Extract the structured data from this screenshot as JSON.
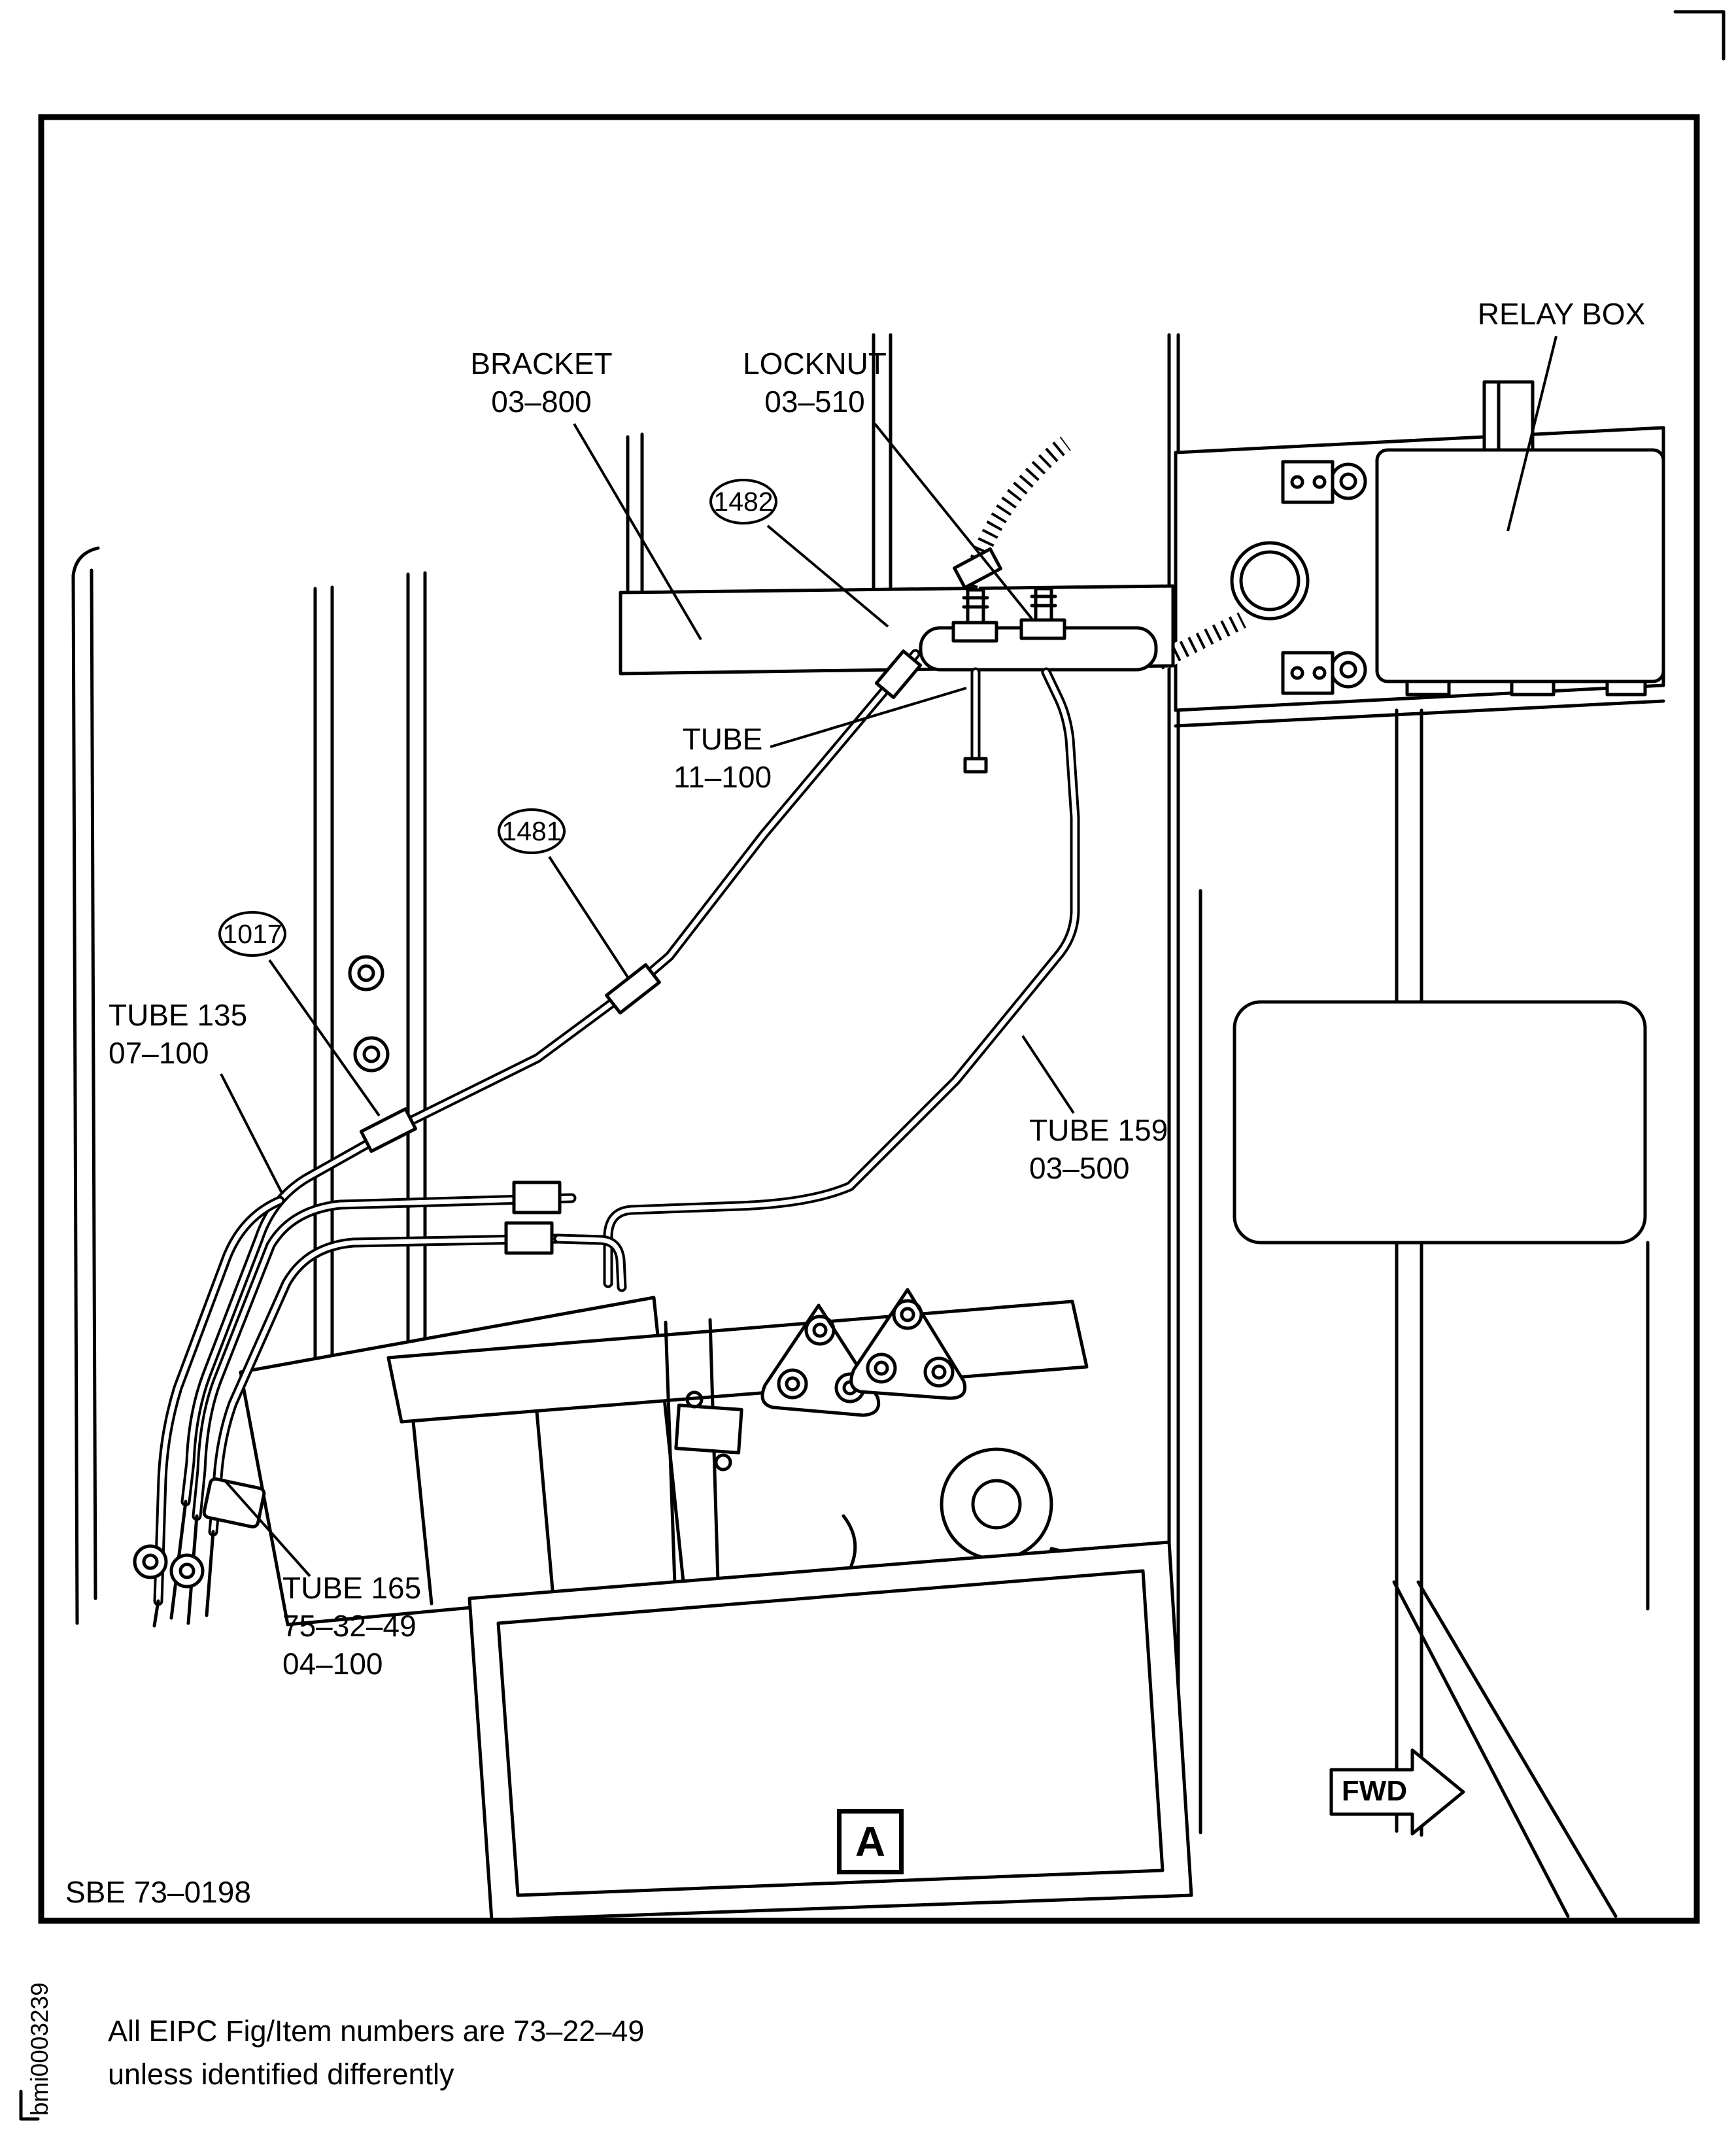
{
  "colors": {
    "ink": "#000000",
    "background": "#ffffff"
  },
  "figure": {
    "detail_marker": "A",
    "fwd_label": "FWD",
    "figure_code": "SBE 73–0198",
    "side_code": "bmi0003239",
    "footnote": {
      "line1": "All EIPC Fig/Item numbers are 73–22–49",
      "line2": "unless identified differently"
    }
  },
  "callouts": {
    "relay_box": "RELAY BOX",
    "bracket": {
      "line1": "BRACKET",
      "line2": "03–800"
    },
    "locknut": {
      "line1": "LOCKNUT",
      "line2": "03–510"
    },
    "tube_11": {
      "line1": "TUBE",
      "line2": "11–100"
    },
    "tube_135": {
      "line1": "TUBE 135",
      "line2": "07–100"
    },
    "tube_159": {
      "line1": "TUBE 159",
      "line2": "03–500"
    },
    "tube_165": {
      "line1": "TUBE 165",
      "line2": "75–32–49",
      "line3": "04–100"
    },
    "item_1482": "1482",
    "item_1481": "1481",
    "item_1017": "1017"
  }
}
